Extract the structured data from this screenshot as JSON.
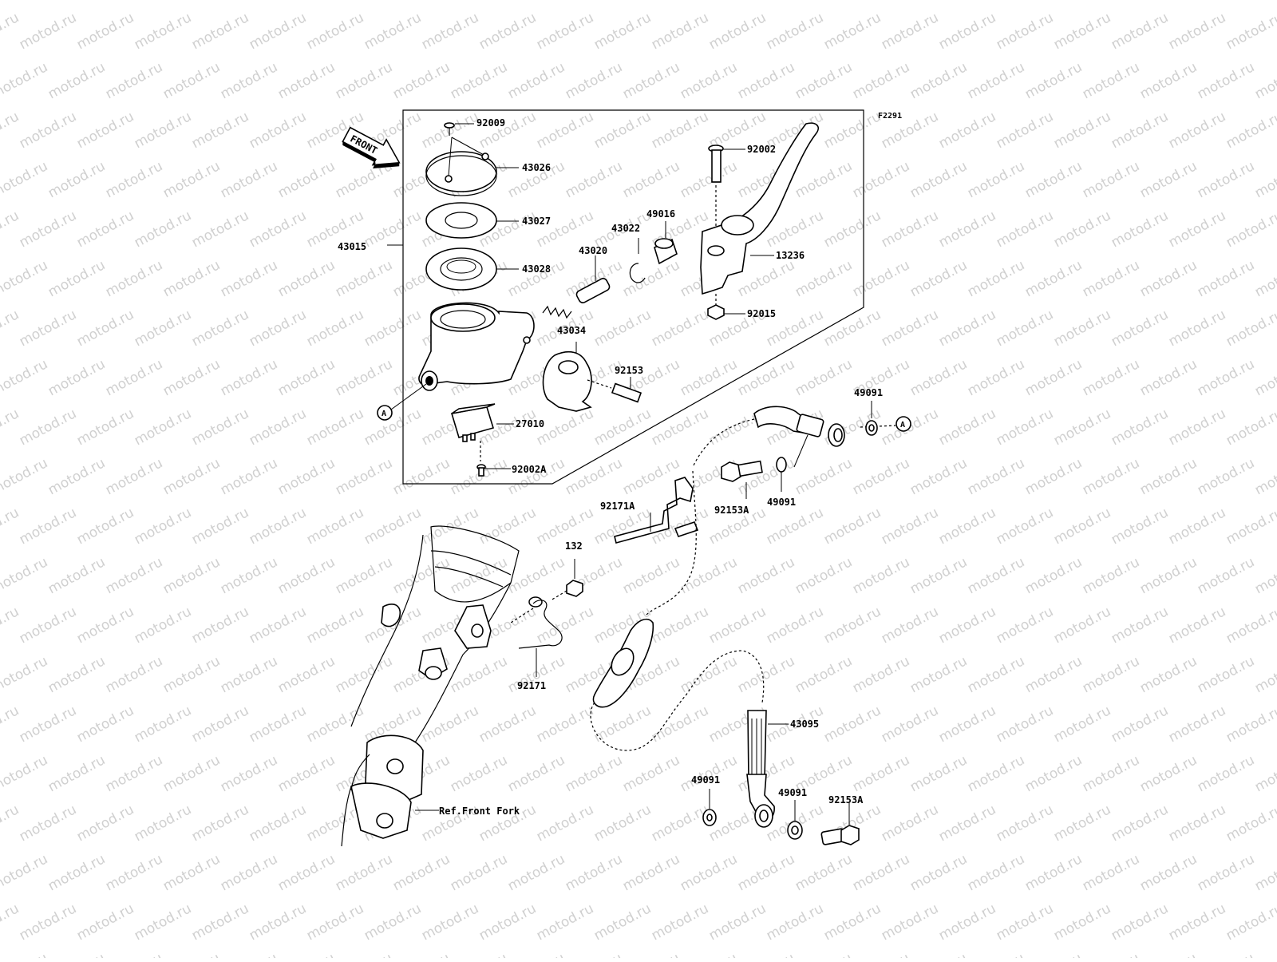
{
  "diagram": {
    "code": "F2291",
    "front_label": "FRONT",
    "watermark": "motod.ru",
    "ref_label": "Ref.Front Fork",
    "connector_label": "A",
    "parts": [
      {
        "id": "p92009",
        "number": "92009"
      },
      {
        "id": "p43026",
        "number": "43026"
      },
      {
        "id": "p43027",
        "number": "43027"
      },
      {
        "id": "p43028",
        "number": "43028"
      },
      {
        "id": "p43015",
        "number": "43015"
      },
      {
        "id": "p43020",
        "number": "43020"
      },
      {
        "id": "p43022",
        "number": "43022"
      },
      {
        "id": "p49016",
        "number": "49016"
      },
      {
        "id": "p92002",
        "number": "92002"
      },
      {
        "id": "p13236",
        "number": "13236"
      },
      {
        "id": "p92015",
        "number": "92015"
      },
      {
        "id": "p43034",
        "number": "43034"
      },
      {
        "id": "p92153",
        "number": "92153"
      },
      {
        "id": "p27010",
        "number": "27010"
      },
      {
        "id": "p92002A",
        "number": "92002A"
      },
      {
        "id": "p49091a",
        "number": "49091"
      },
      {
        "id": "p49091b",
        "number": "49091"
      },
      {
        "id": "p92153A_top",
        "number": "92153A"
      },
      {
        "id": "p92171A",
        "number": "92171A"
      },
      {
        "id": "p132",
        "number": "132"
      },
      {
        "id": "p92171",
        "number": "92171"
      },
      {
        "id": "p43095",
        "number": "43095"
      },
      {
        "id": "p49091c",
        "number": "49091"
      },
      {
        "id": "p49091d",
        "number": "49091"
      },
      {
        "id": "p92153A_bot",
        "number": "92153A"
      }
    ]
  }
}
